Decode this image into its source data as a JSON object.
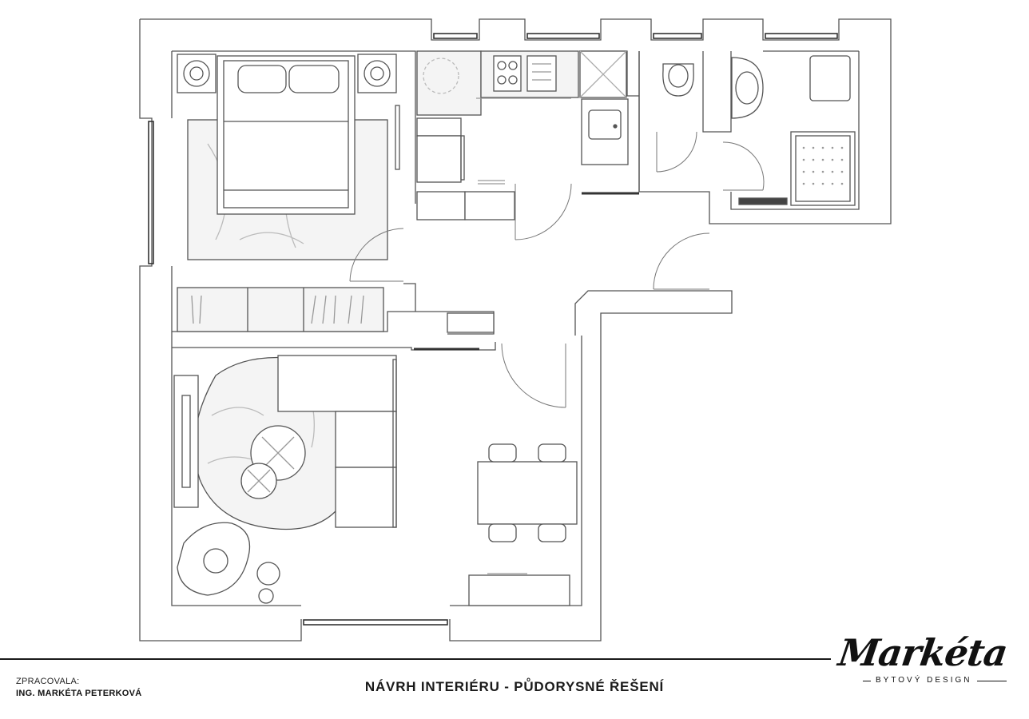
{
  "footer": {
    "credit_label": "ZPRACOVALA:",
    "credit_name": "ING. MARKÉTA PETERKOVÁ",
    "title": "NÁVRH INTERIÉRU - PŮDORYSNÉ ŘEŠENÍ"
  },
  "logo": {
    "script": "Markéta",
    "subtitle": "BYTOVÝ DESIGN"
  },
  "colors": {
    "wall": "#555555",
    "furniture": "#666666",
    "fill": "#f4f4f4",
    "background": "#ffffff"
  }
}
